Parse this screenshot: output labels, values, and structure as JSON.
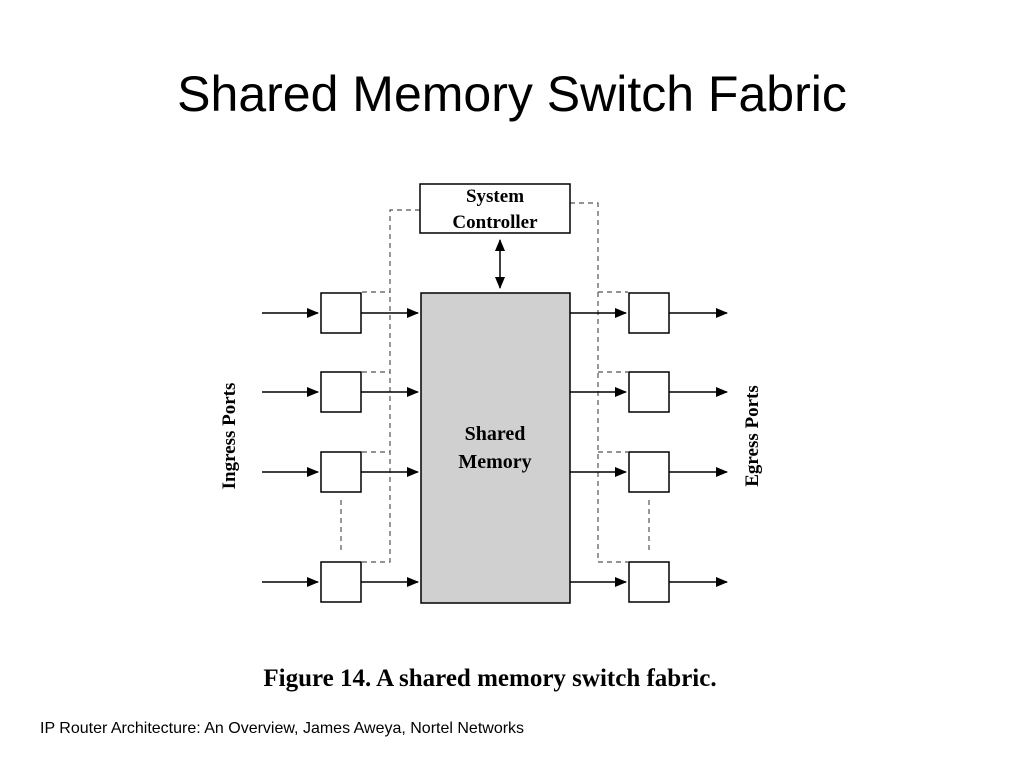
{
  "slide": {
    "title": "Shared Memory Switch Fabric",
    "footer": "IP Router Architecture: An Overview, James Aweya, Nortel Networks"
  },
  "diagram": {
    "controller_label_line1": "System",
    "controller_label_line2": "Controller",
    "memory_label_line1": "Shared",
    "memory_label_line2": "Memory",
    "ingress_label": "Ingress Ports",
    "egress_label": "Egress Ports",
    "caption": "Figure 14. A shared memory switch fabric."
  },
  "colors": {
    "memory_fill": "#d0d0d0",
    "line": "#000000",
    "dashed_line": "#555555"
  }
}
